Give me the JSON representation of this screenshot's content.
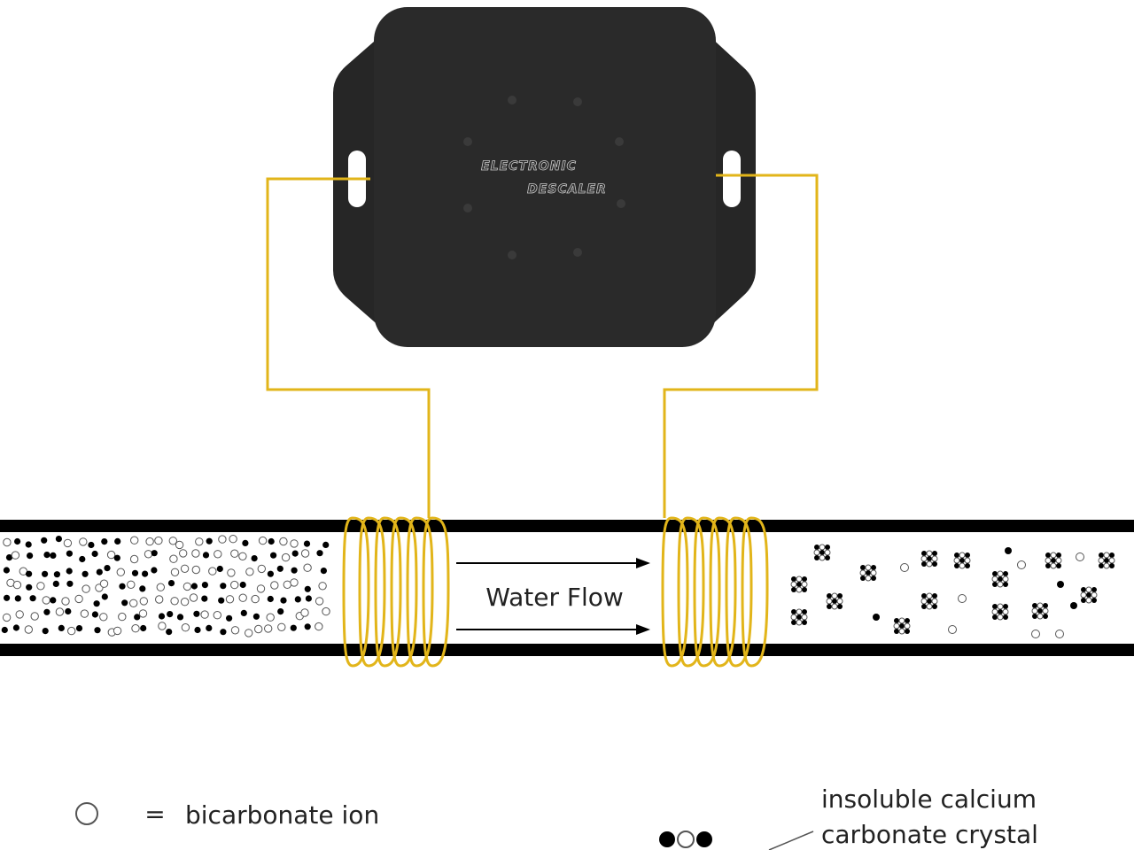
{
  "device": {
    "label_line1": "ELECTRONIC",
    "label_line2": "DESCALER"
  },
  "pipe": {
    "flow_label": "Water Flow"
  },
  "legend": {
    "equals": "=",
    "bicarbonate_label": "bicarbonate ion",
    "crystal_label_line1": "insoluble calcium",
    "crystal_label_line2": "carbonate crystal"
  },
  "colors": {
    "device_body": "#2a2a2a",
    "device_flange": "#262626",
    "wire": "#e2b51a",
    "pipe_wall": "#000000",
    "particle_dark": "#000000",
    "particle_light_fill": "#ffffff",
    "particle_light_stroke": "#555555"
  }
}
